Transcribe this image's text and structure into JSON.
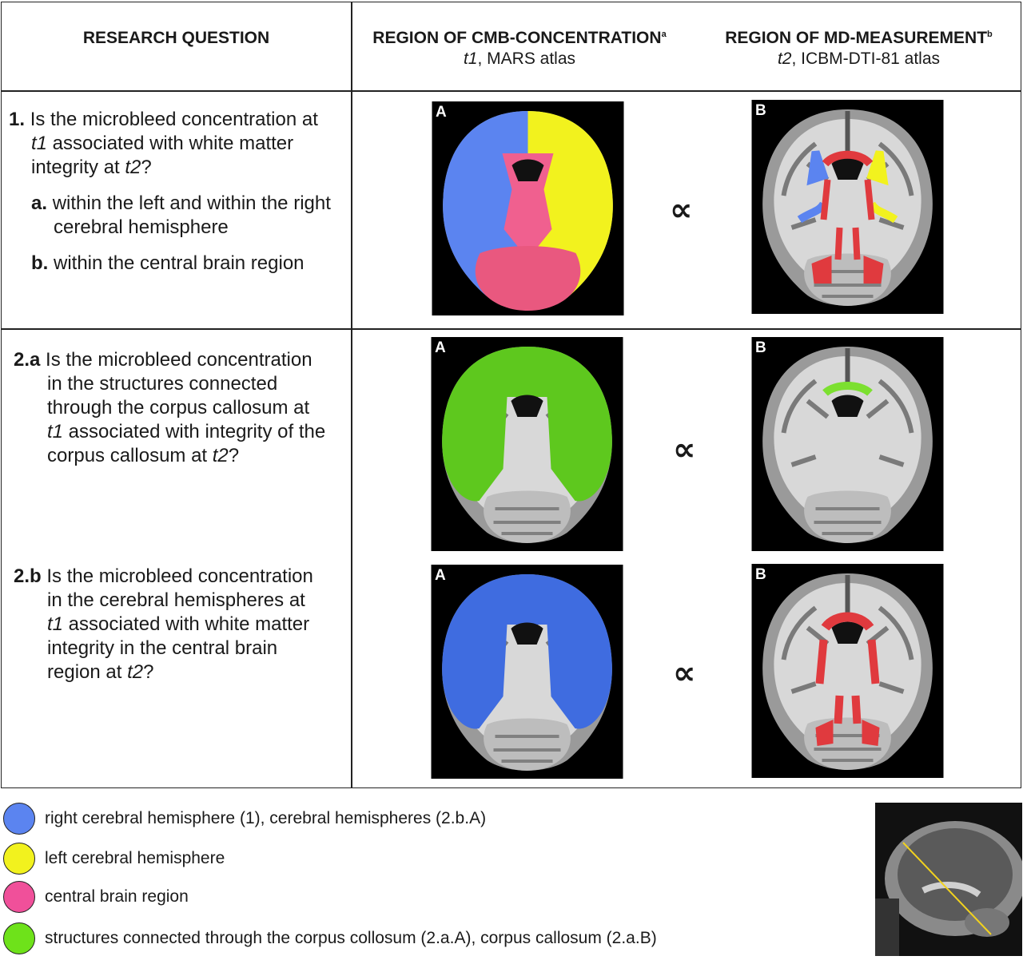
{
  "header": {
    "col1": "RESEARCH QUESTION",
    "col2": "REGION OF CMB-CONCENTRATION",
    "col2_sup": "a",
    "col2_sub_t": "t1",
    "col2_sub": ", MARS atlas",
    "col3": "REGION OF MD-MEASUREMENT",
    "col3_sup": "b",
    "col3_sub_t": "t2",
    "col3_sub": ", ICBM-DTI-81 atlas"
  },
  "questions": {
    "q1": {
      "num": "1.",
      "l1": "Is the microbleed concentration at",
      "l2a": "t1",
      "l2b": " associated with white matter",
      "l3a": "integrity at ",
      "l3b": "t2",
      "l3c": "?",
      "a_num": "a.",
      "a_l1": "within the left and within the right",
      "a_l2": "cerebral hemisphere",
      "b_num": "b.",
      "b_l1": "within the central brain region"
    },
    "q2a": {
      "num": "2.a",
      "l1": "Is the microbleed concentration",
      "l2": "in the structures connected",
      "l3": "through the corpus callosum at",
      "l4a": "t1",
      "l4b": " associated with integrity of the",
      "l5a": "corpus callosum at ",
      "l5b": "t2",
      "l5c": "?"
    },
    "q2b": {
      "num": "2.b",
      "l1": "Is the microbleed concentration",
      "l2": "in the cerebral hemispheres at",
      "l3a": "t1",
      "l3b": " associated with white matter",
      "l4": "integrity in the central brain",
      "l5a": "region at ",
      "l5b": "t2",
      "l5c": "?"
    }
  },
  "panels": {
    "a": "A",
    "b": "B"
  },
  "proportional_symbol": "∝",
  "colors": {
    "blue": "#5b84f0",
    "yellow": "#f2f21e",
    "pink": "#f0509a",
    "green": "#6ee21a",
    "red": "#e03a3e"
  },
  "legend": [
    {
      "color": "#5b84f0",
      "label": "right cerebral hemisphere (1), cerebral hemispheres (2.b.A)"
    },
    {
      "color": "#f2f21e",
      "label": "left cerebral hemisphere"
    },
    {
      "color": "#f0509a",
      "label": "central brain region"
    },
    {
      "color": "#6ee21a",
      "label": "structures connected through the corpus collosum (2.a.A), corpus callosum (2.a.B)"
    }
  ]
}
